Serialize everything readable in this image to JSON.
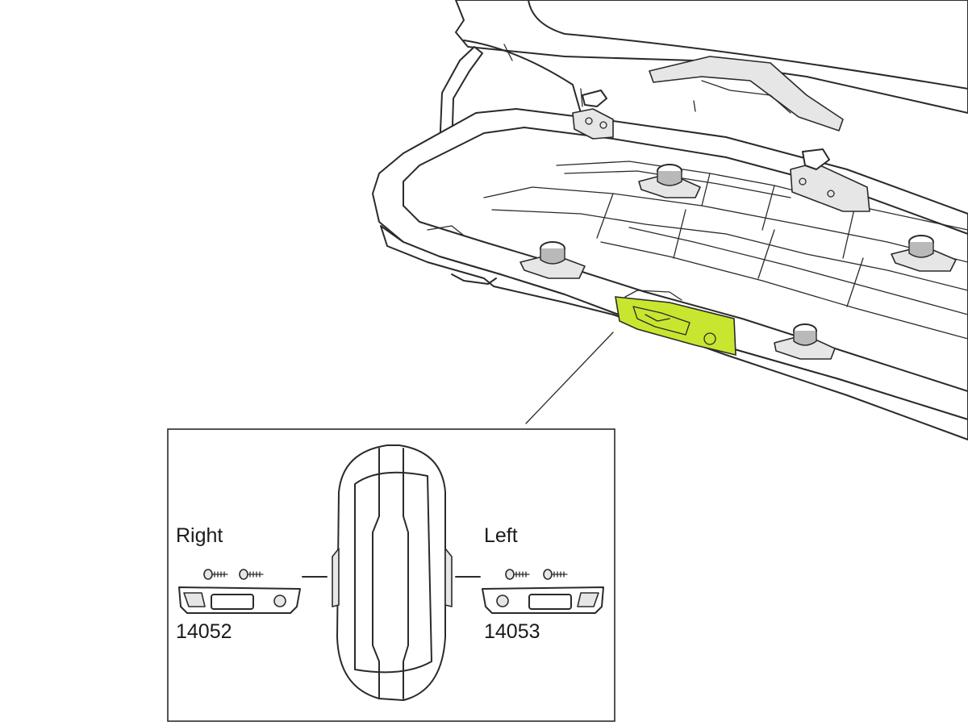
{
  "diagram": {
    "labels": {
      "right": "Right",
      "right_part": "14052",
      "left": "Left",
      "left_part": "14053"
    },
    "colors": {
      "highlight": "#c8e62f",
      "line": "#2a2a2a",
      "background": "#ffffff"
    }
  }
}
